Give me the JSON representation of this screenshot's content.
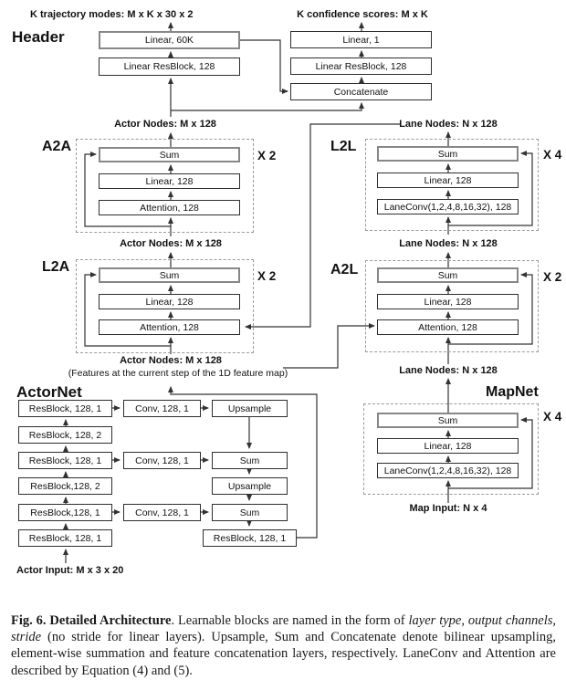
{
  "figure": {
    "header": {
      "title": "Header",
      "traj_label": "K trajectory modes: M x K x 30 x 2",
      "conf_label": "K confidence scores: M x K",
      "linear_60k": "Linear, 60K",
      "resblock_left": "Linear ResBlock, 128",
      "linear_1": "Linear, 1",
      "resblock_right": "Linear ResBlock, 128",
      "concatenate": "Concatenate"
    },
    "labels": {
      "actor_nodes": "Actor Nodes: M x 128",
      "lane_nodes": "Lane Nodes: N x 128",
      "features_note": "(Features at the current step of the 1D feature map)",
      "actor_input": "Actor Input: M x 3 x 20",
      "map_input": "Map Input: N x 4"
    },
    "blocks": {
      "a2a": {
        "title": "A2A",
        "repeat": "X 2",
        "layers": [
          "Sum",
          "Linear, 128",
          "Attention, 128"
        ]
      },
      "l2l": {
        "title": "L2L",
        "repeat": "X 4",
        "layers": [
          "Sum",
          "Linear, 128",
          "LaneConv(1,2,4,8,16,32), 128"
        ]
      },
      "l2a": {
        "title": "L2A",
        "repeat": "X 2",
        "layers": [
          "Sum",
          "Linear, 128",
          "Attention, 128"
        ]
      },
      "a2l": {
        "title": "A2L",
        "repeat": "X 2",
        "layers": [
          "Sum",
          "Linear, 128",
          "Attention, 128"
        ]
      },
      "mapnet": {
        "title": "MapNet",
        "repeat": "X 4",
        "layers": [
          "Sum",
          "Linear, 128",
          "LaneConv(1,2,4,8,16,32), 128"
        ]
      }
    },
    "actornet": {
      "title": "ActorNet",
      "left_column": [
        "ResBlock, 128, 1",
        "ResBlock, 128, 2",
        "ResBlock, 128, 1",
        "ResBlock,128, 2",
        "ResBlock,128, 1",
        "ResBlock, 128, 1"
      ],
      "mid_column": [
        "Conv, 128, 1",
        "Conv, 128, 1",
        "Conv, 128, 1"
      ],
      "right_column": [
        "Upsample",
        "Sum",
        "Upsample",
        "Sum"
      ],
      "output_box": "ResBlock, 128, 1"
    },
    "colors": {
      "line": "#333333",
      "box_border": "#2e2e2e",
      "emph_border": "#878787",
      "dashed_border": "#9a9a9a",
      "text": "#111111",
      "background": "#ffffff"
    }
  },
  "caption": {
    "fig_bold": "Fig. 6. Detailed Architecture",
    "text_1": ". Learnable blocks are named in the form of ",
    "italic_1": "layer type, output channels, stride",
    "text_2": " (no stride for linear layers). Upsample, Sum and Concatenate denote bilinear upsampling, element-wise summation and feature concatenation layers, respectively. LaneConv and Attention are described by Equation (4) and (5)."
  }
}
